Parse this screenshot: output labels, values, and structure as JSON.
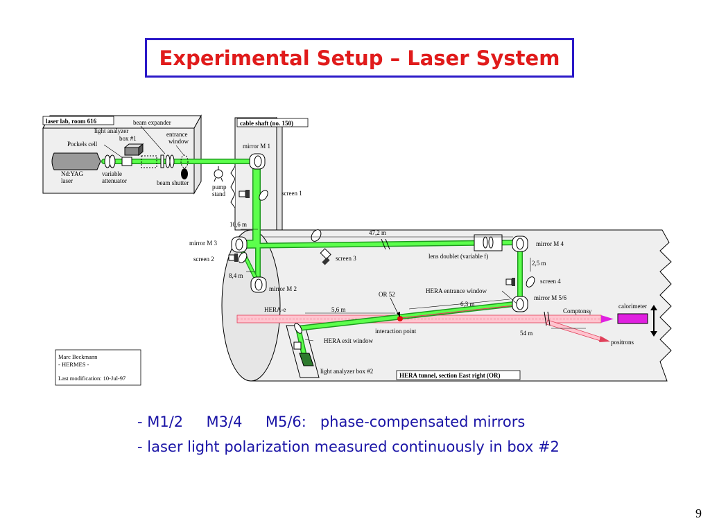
{
  "slide": {
    "title": "Experimental Setup – Laser System",
    "bullets": [
      "- M1/2     M3/4     M5/6:   phase-compensated mirrors",
      "- laser light polarization measured continuously in box #2"
    ],
    "page_number": "9"
  },
  "diagram": {
    "laser_lab_label": "laser lab, room 616",
    "cable_shaft_label": "cable shaft (no. 150)",
    "beam_expander": "beam expander",
    "light_analyzer_box1": [
      "light analyzer",
      "box #1"
    ],
    "entrance_window": [
      "entrance",
      "window"
    ],
    "pockels_cell": "Pockels cell",
    "ndyag_laser": [
      "Nd:YAG",
      "laser"
    ],
    "variable_attenuator": [
      "variable",
      "attenuator"
    ],
    "beam_shutter": "beam shutter",
    "pump_stand": [
      "pump",
      "stand"
    ],
    "mirror_m1": "mirror M 1",
    "screen_1": "screen 1",
    "dist_10_6": "10,6 m",
    "dist_47_2": "47,2 m",
    "mirror_m3": "mirror M 3",
    "screen_2": "screen 2",
    "screen_3": "screen 3",
    "lens_doublet": "lens doublet (variable f)",
    "mirror_m4": "mirror M 4",
    "dist_2_5": "2,5 m",
    "screen_4": "screen 4",
    "dist_8_4": "8,4 m",
    "mirror_m2": "mirror M 2",
    "or52": "OR 52",
    "hera_entrance_window": "HERA entrance window",
    "mirror_m56": "mirror M 5/6",
    "hera_e": "HERA-e",
    "dist_5_6": "5,6 m",
    "dist_6_3": "6,3 m",
    "compton": "Comptonsγ",
    "calorimeter": "calorimeter",
    "interaction_point": "interaction point",
    "dist_54": "54 m",
    "positrons": "positrons",
    "hera_exit_window": "HERA exit window",
    "light_analyzer_box2": "light analyzer box #2",
    "hera_tunnel_label": "HERA tunnel, section East right (OR)",
    "author": [
      "Marc Beckmann",
      "- HERMES -",
      "Last modification: 10-Jul-97"
    ]
  },
  "colors": {
    "title_border": "#2b19c8",
    "title_text": "#e01b1b",
    "bullet_text": "#1a14a6",
    "laser_beam": "#4cff3c",
    "laser_beam_edge": "#1e9a1e",
    "hera_beam": "#ffb6c1",
    "hera_beam_edge": "#e0405a",
    "calorimeter": "#e020e0",
    "room_fill": "#efefef"
  },
  "icons": [
    "camera-icon",
    "pump-icon",
    "mirror-icon",
    "lens-icon",
    "interaction-point-marker",
    "double-arrow-icon"
  ]
}
